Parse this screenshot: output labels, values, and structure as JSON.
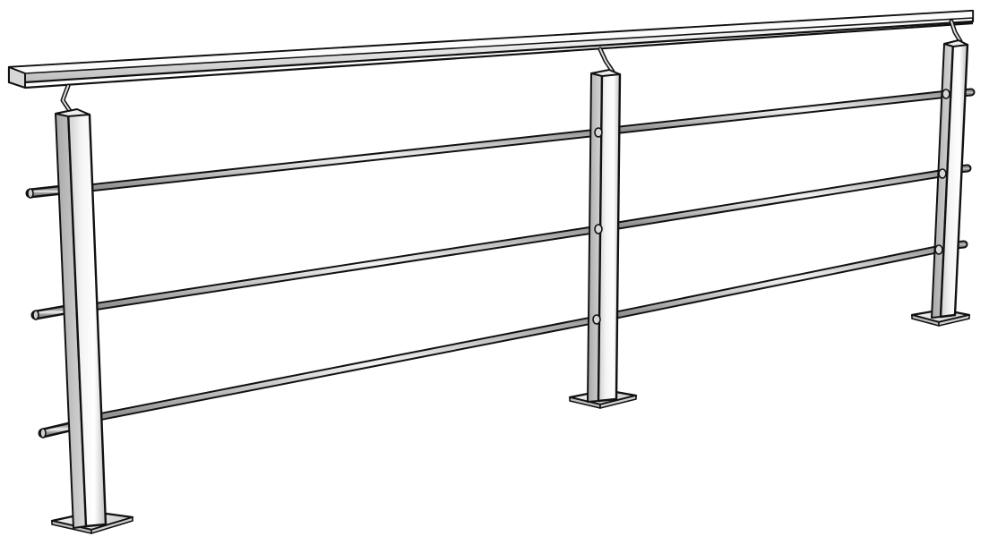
{
  "illustration": {
    "subject": "stainless-steel-handrail-with-three-horizontal-bars",
    "post_count": 3,
    "crossbar_rows": 3,
    "colors": {
      "background": "#ffffff",
      "outline": "#111111",
      "steel_light": "#f6f6f6",
      "steel_mid": "#d9d9d9",
      "steel_dark": "#9a9a9a",
      "base_plate": "#e6e6e6",
      "shadow": "#cfcfcf"
    }
  }
}
